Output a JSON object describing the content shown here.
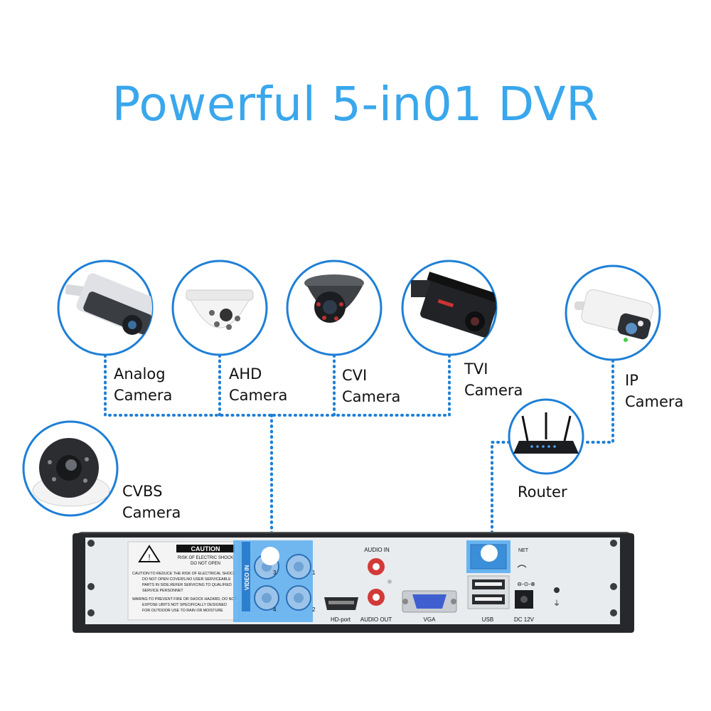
{
  "title": "Powerful 5-in01 DVR",
  "cameras": [
    {
      "line1": "Analog",
      "line2": "Camera",
      "icon": "bullet-camera-icon"
    },
    {
      "line1": "AHD",
      "line2": "Camera",
      "icon": "dome-camera-icon"
    },
    {
      "line1": "CVI",
      "line2": "Camera",
      "icon": "dome-camera-icon"
    },
    {
      "line1": "TVI",
      "line2": "Camera",
      "icon": "bullet-camera-icon"
    },
    {
      "line1": "IP",
      "line2": "Camera",
      "icon": "ip-bullet-camera-icon"
    },
    {
      "line1": "CVBS",
      "line2": "Camera",
      "icon": "dome-camera-icon"
    }
  ],
  "router": {
    "label": "Router",
    "icon": "router-icon"
  },
  "dvr_panel": {
    "caution_title": "CAUTION",
    "caution_sub1": "RISK OF ELECTRIC SHOCK",
    "caution_sub2": "DO NOT OPEN",
    "caution_lines": [
      "CAUTION:TO REDUCE THE RISK OF ELECTRICAL SHOCK",
      "DO NOT OPEN COVERS.NO USER SERVICEABLE",
      "PARTS IN SIDE.REFER SERVICING TO QUALIFIED",
      "SERVICE PERSONNET",
      "WARING:TO PREVENT FIRE OR SHOCK HAZARD, DO NOT",
      "EXPOSE UBITS NOT SPECIFICALLY DESIGNED",
      "FOR OUTDOOR USE TO RAIN OR MOISTURE"
    ],
    "video_in": "VIDEO IN",
    "bnc_numbers": [
      "3",
      "1",
      "4",
      "2"
    ],
    "audio_in": "AUDIO IN",
    "hdport": "HD-port",
    "audio_out": "AUDIO OUT",
    "vga": "VGA",
    "net": "NET",
    "usb": "USB",
    "dc": "DC 12V"
  },
  "colors": {
    "accent": "#3aa7ec",
    "connector": "#1e7fd6",
    "highlight": "#4aa6ee",
    "panel": "#eef1f4",
    "chassis": "#2a2a2d"
  }
}
